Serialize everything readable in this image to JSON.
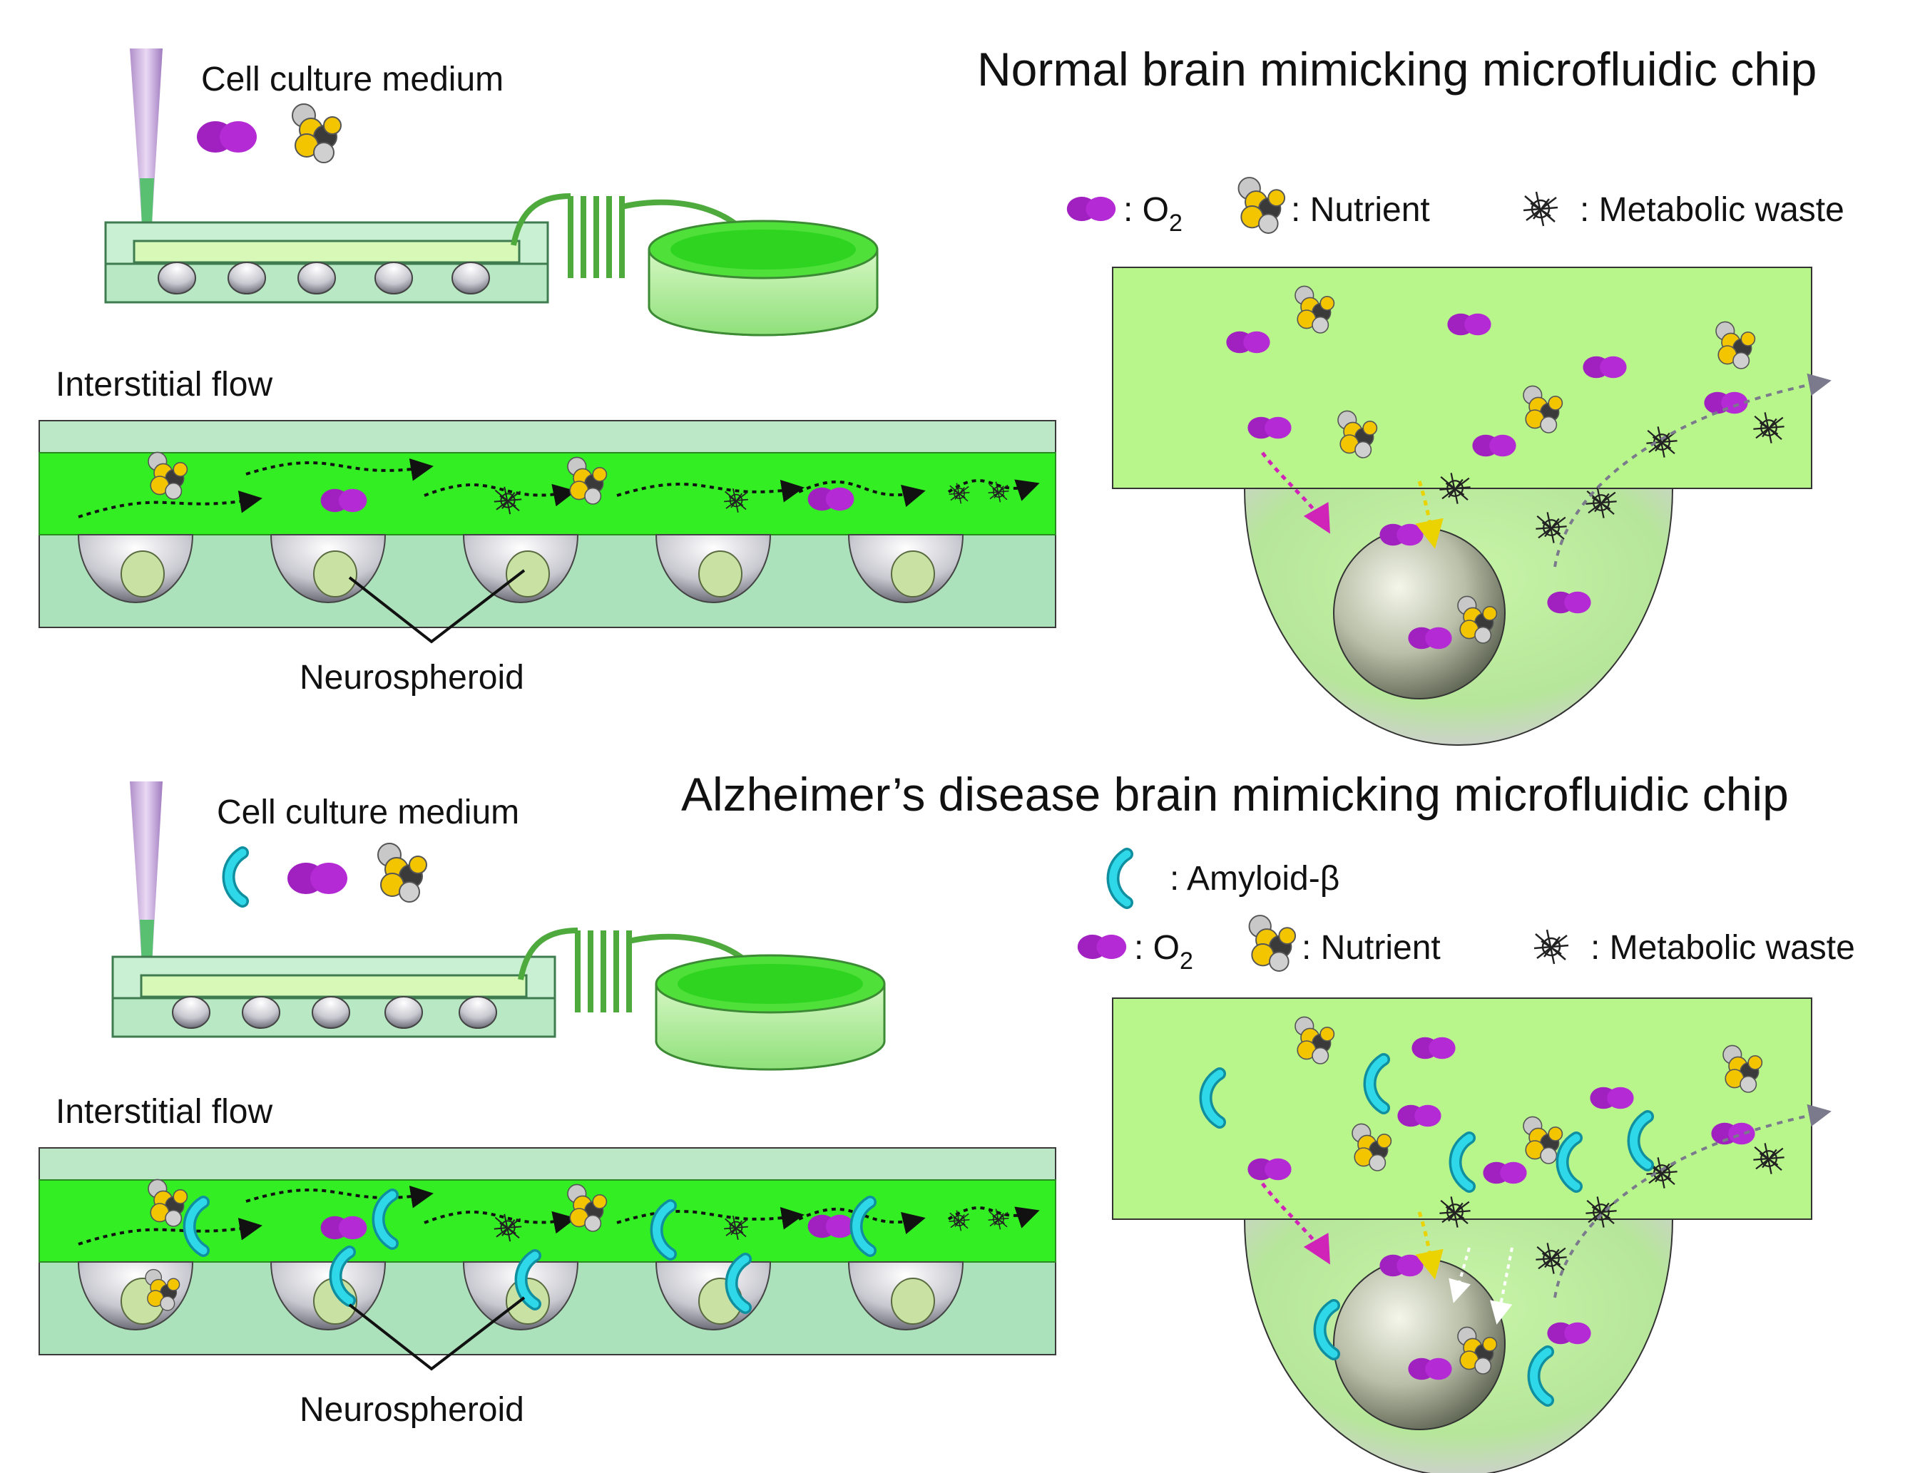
{
  "panels": [
    {
      "id": "normal",
      "title": "Normal brain mimicking microfluidic chip",
      "medium_label": "Cell culture medium",
      "flow_label": "Interstitial flow",
      "spheroid_label": "Neurospheroid",
      "legend": [
        {
          "symbol": "o2",
          "text": ": O",
          "sub": "2"
        },
        {
          "symbol": "nutrient",
          "text": ": Nutrient"
        },
        {
          "symbol": "waste",
          "text": ": Metabolic waste"
        }
      ],
      "medium_items": [
        "o2",
        "nutrient"
      ],
      "has_amyloid": false
    },
    {
      "id": "alzheimer",
      "title": "Alzheimer’s disease brain mimicking microfluidic chip",
      "medium_label": "Cell culture medium",
      "flow_label": "Interstitial flow",
      "spheroid_label": "Neurospheroid",
      "legend_amyloid": {
        "symbol": "amyloid",
        "text": ": Amyloid-β"
      },
      "legend": [
        {
          "symbol": "o2",
          "text": ": O",
          "sub": "2"
        },
        {
          "symbol": "nutrient",
          "text": ": Nutrient"
        },
        {
          "symbol": "waste",
          "text": ": Metabolic waste"
        }
      ],
      "medium_items": [
        "amyloid",
        "o2",
        "nutrient"
      ],
      "has_amyloid": true
    }
  ],
  "colors": {
    "channel_green": "#33ee22",
    "chip_body": "#aee0bd",
    "chamber_green": "#b8f58a",
    "o2_purple": "#a020c0",
    "nutrient_yellow": "#f2c500",
    "amyloid_cyan": "#19c9d9",
    "pipette": "#d6b8e8"
  }
}
